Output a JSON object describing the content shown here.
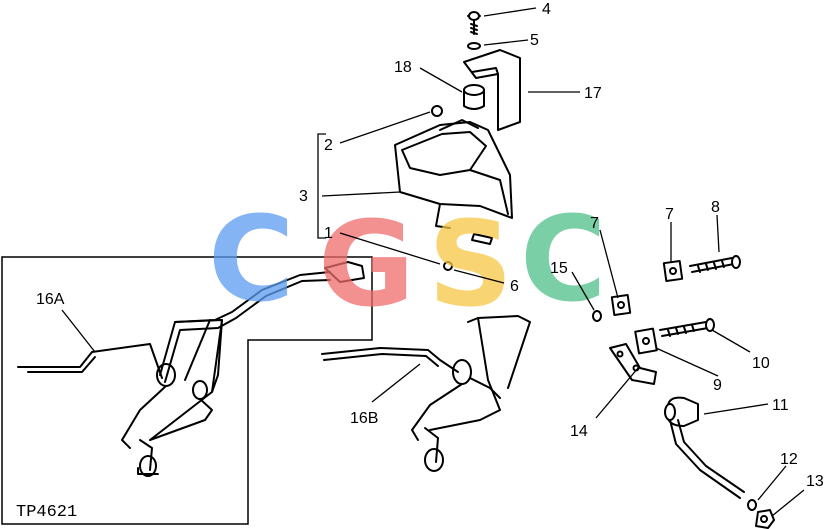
{
  "figure_id": "TP4621",
  "watermark": {
    "letters": [
      "C",
      "G",
      "S",
      "C"
    ],
    "colors": [
      "#5b9cf0",
      "#ef6b6b",
      "#f6c644",
      "#4fbf8a"
    ]
  },
  "callouts": {
    "c1": "1",
    "c2": "2",
    "c3": "3",
    "c4": "4",
    "c5": "5",
    "c6": "6",
    "c7a": "7",
    "c7b": "7",
    "c8": "8",
    "c9": "9",
    "c10": "10",
    "c11": "11",
    "c12": "12",
    "c13": "13",
    "c14": "14",
    "c15": "15",
    "c16a": "16A",
    "c16b": "16B",
    "c17": "17",
    "c18": "18"
  }
}
